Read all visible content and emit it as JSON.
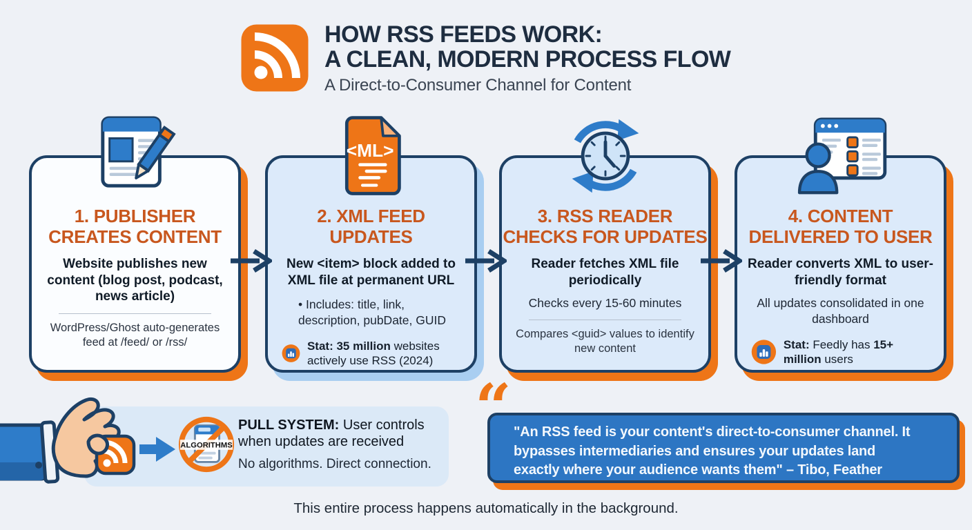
{
  "colors": {
    "orange": "#ee7517",
    "burnt_orange": "#c8571e",
    "navy": "#1d4065",
    "blue": "#2e7cc9",
    "card_blue": "#dceafa",
    "quote_blue": "#2d76c3",
    "page_bg": "#eef1f6"
  },
  "header": {
    "title_line1": "HOW RSS FEEDS WORK:",
    "title_line2": "A CLEAN, MODERN PROCESS FLOW",
    "subtitle": "A Direct-to-Consumer Channel for Content"
  },
  "steps": [
    {
      "title_line1": "1. PUBLISHER",
      "title_line2": "CREATES CONTENT",
      "lead": "Website publishes new content (blog post, podcast, news article)",
      "note": "WordPress/Ghost auto-generates feed at /feed/ or /rss/"
    },
    {
      "title_line1": "2. XML FEED",
      "title_line2": "UPDATES",
      "lead": "New <item> block added to XML file at permanent URL",
      "bullet_glyph": "•",
      "bullet": " Includes: title, link, description, pubDate, GUID",
      "stat_bold": "Stat: 35 million",
      "stat_rest": " websites actively use RSS (2024)"
    },
    {
      "title_line1": "3. RSS READER",
      "title_line2": "CHECKS FOR UPDATES",
      "lead": "Reader fetches XML file periodically",
      "info": "Checks every 15-60 minutes",
      "note": "Compares <guid> values to identify new content"
    },
    {
      "title_line1": "4. CONTENT",
      "title_line2": "DELIVERED TO USER",
      "lead": "Reader converts XML to user-friendly format",
      "info": "All updates consolidated in one dashboard",
      "stat_bold1": "Stat:",
      "stat_mid": " Feedly has ",
      "stat_bold2": "15+ million",
      "stat_rest": " users"
    }
  ],
  "xml_icon_label": "<ML>",
  "pull_system": {
    "label_bold": "PULL SYSTEM:",
    "label_rest": " User controls when updates are received",
    "subtext": "No algorithms. Direct connection.",
    "badge_text": "ALGORITHMS"
  },
  "quote": {
    "mark": "“",
    "line1": "\"An RSS feed is your content's direct-to-consumer channel. It",
    "line2": "bypasses intermediaries and ensures your updates land",
    "line3": "exactly where your audience wants them\" – Tibo, Feather"
  },
  "footer": "This entire process happens automatically in the background."
}
